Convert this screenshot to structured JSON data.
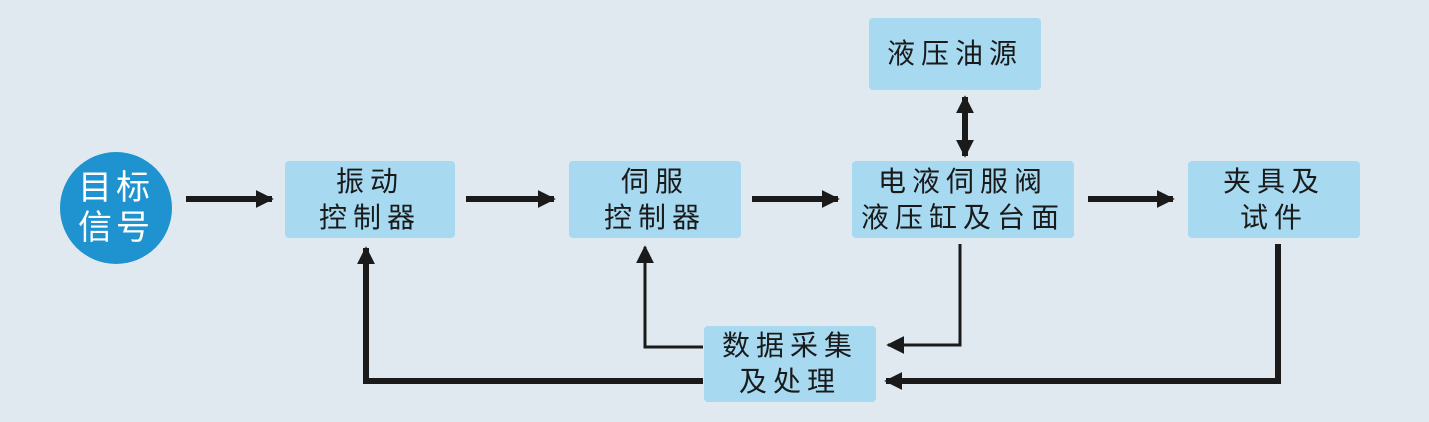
{
  "colors": {
    "background": "#dfe9ef",
    "box_fill": "#a7d9f1",
    "source_fill": "#1f93cf",
    "arrow": "#1a1a1a"
  },
  "nodes": {
    "target_signal": {
      "line1": "目标",
      "line2": "信号"
    },
    "vibration_controller": {
      "line1": "振动",
      "line2": "控制器"
    },
    "servo_controller": {
      "line1": "伺服",
      "line2": "控制器"
    },
    "hydraulic_source": {
      "line1": "液压油源"
    },
    "servo_valve_cylinder_table": {
      "line1": "电液伺服阀",
      "line2": "液压缸及台面"
    },
    "fixture_specimen": {
      "line1": "夹具及",
      "line2": "试件"
    },
    "data_acquisition": {
      "line1": "数据采集",
      "line2": "及处理"
    }
  }
}
